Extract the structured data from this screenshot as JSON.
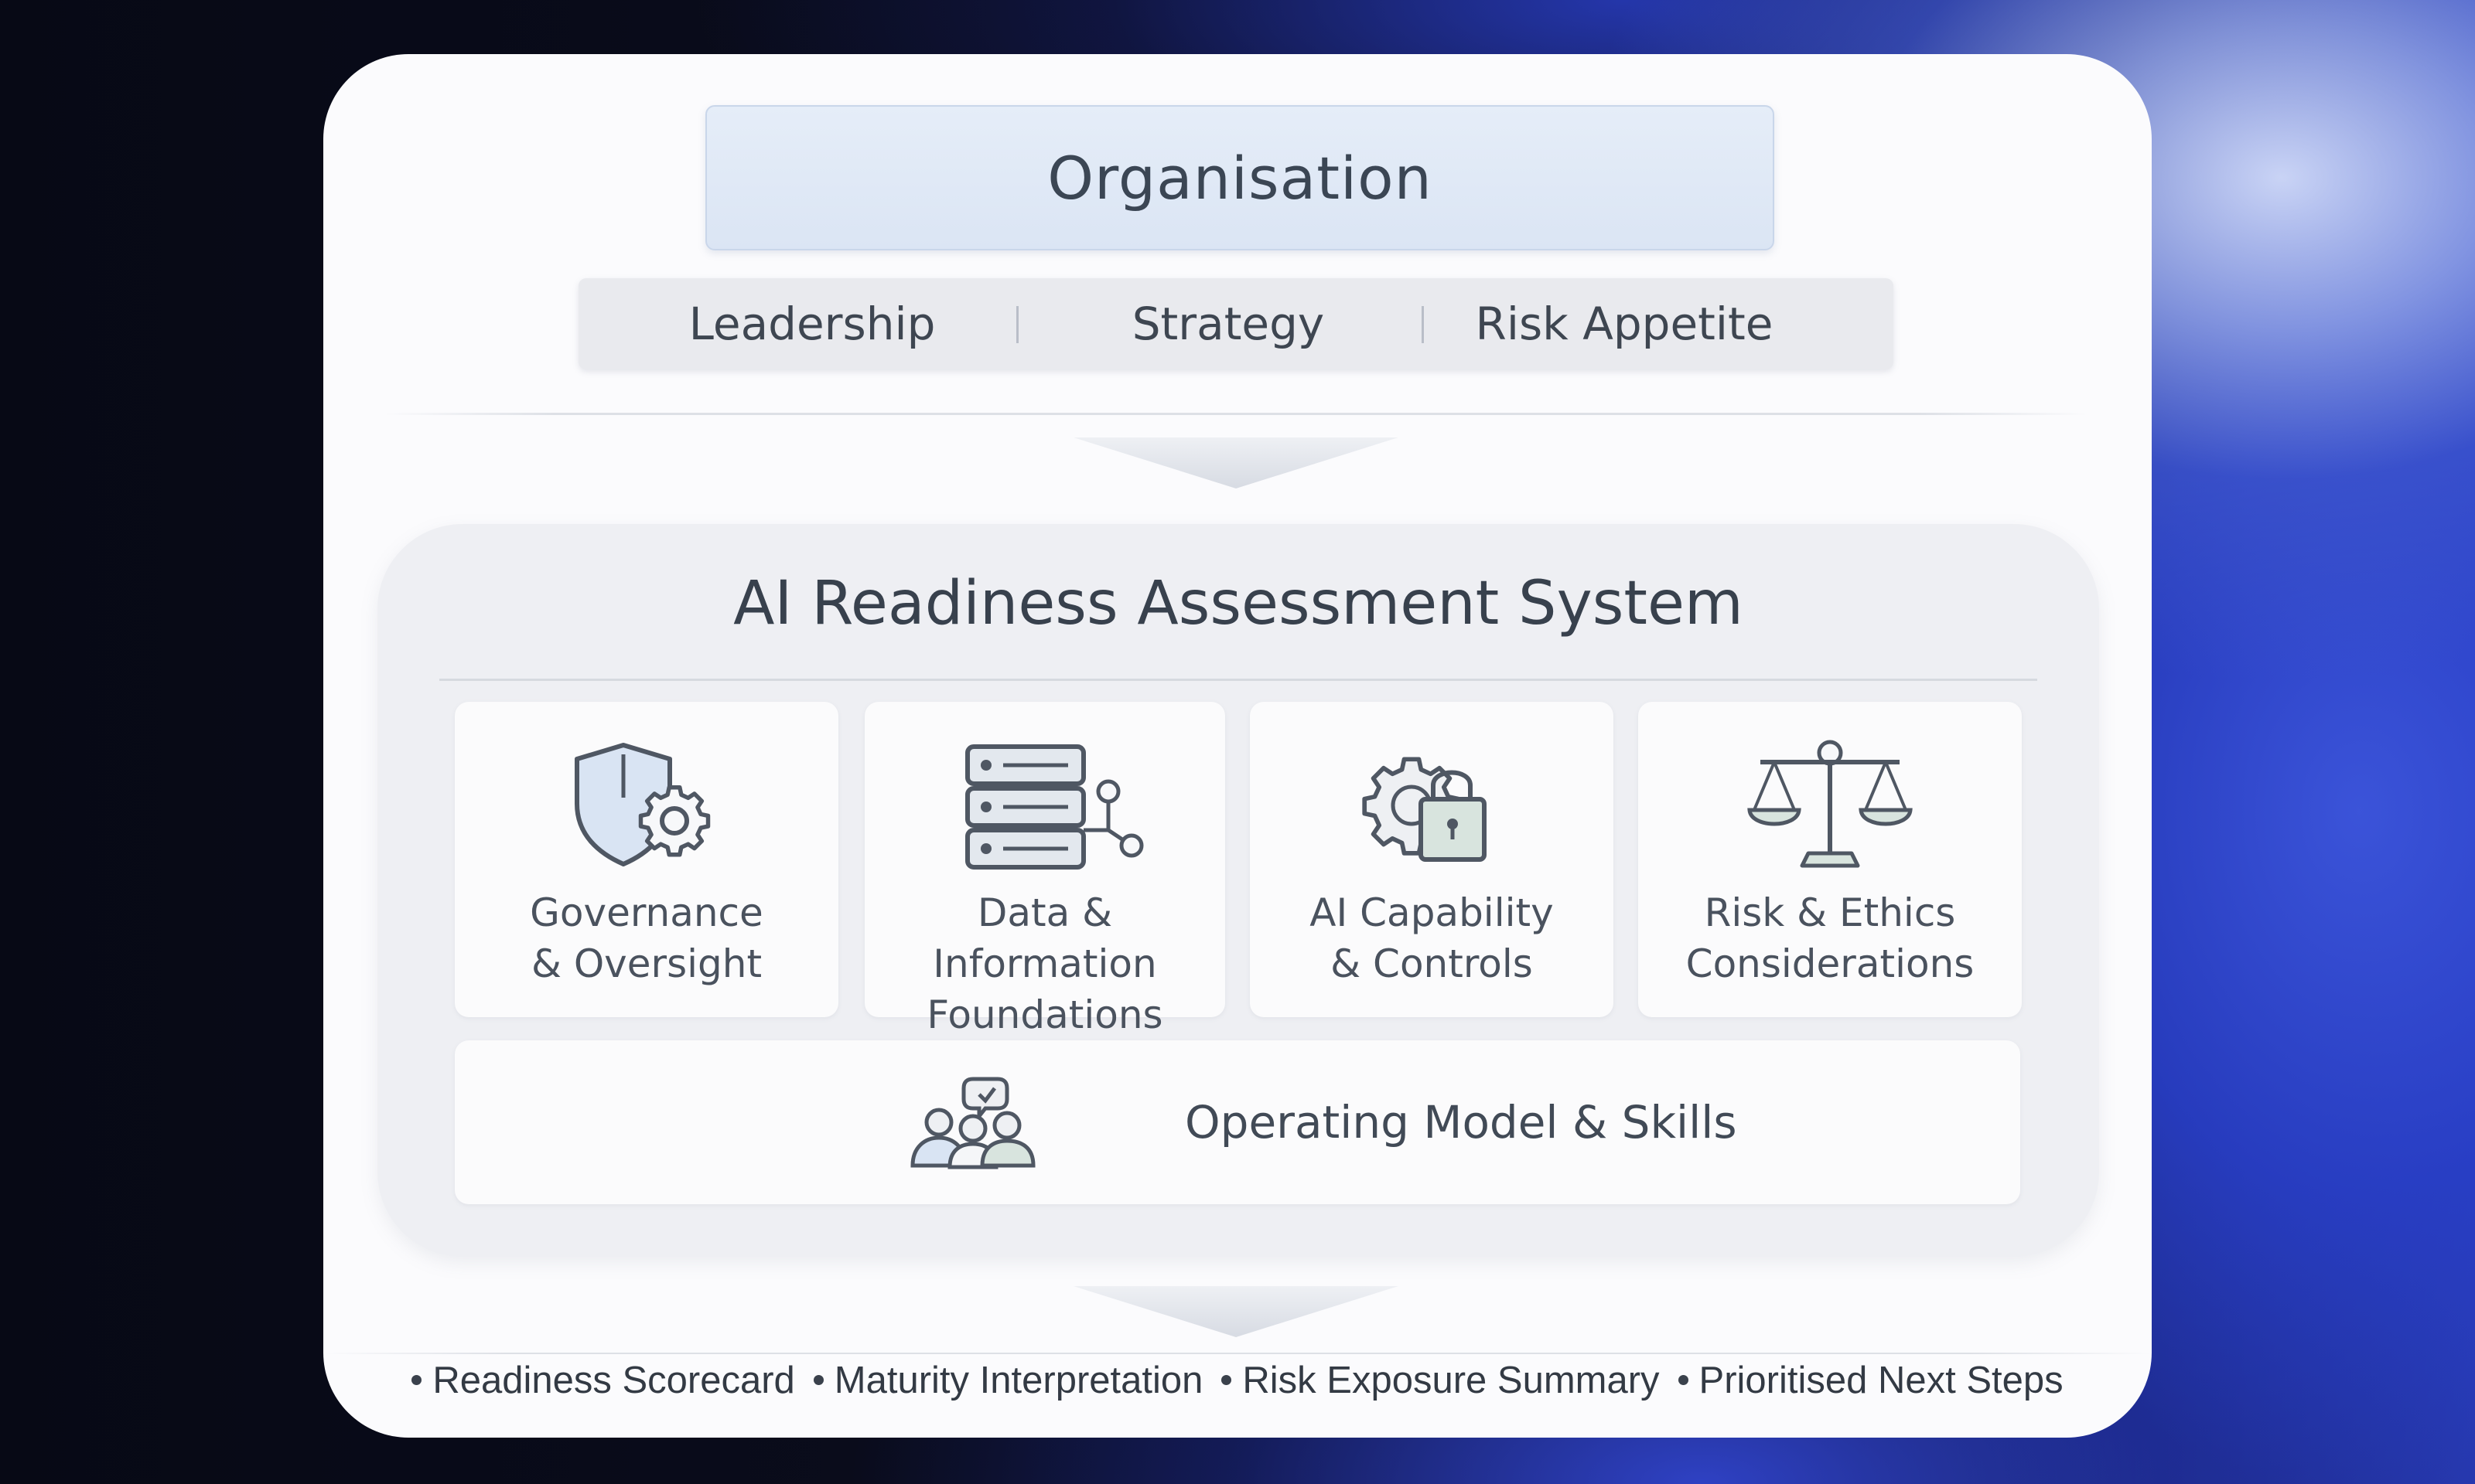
{
  "organisation": {
    "title": "Organisation"
  },
  "pillars": [
    {
      "label": "Leadership"
    },
    {
      "label": "Strategy"
    },
    {
      "label": "Risk Appetite"
    }
  ],
  "system": {
    "title": "AI Readiness Assessment System",
    "components": [
      {
        "label": "Governance\n& Oversight",
        "icon": "shield-gear-icon"
      },
      {
        "label": "Data & Information\nFoundations",
        "icon": "database-network-icon"
      },
      {
        "label": "AI Capability\n& Controls",
        "icon": "gear-lock-icon"
      },
      {
        "label": "Risk & Ethics\nConsiderations",
        "icon": "balance-scale-icon"
      }
    ],
    "operating_model": {
      "label": "Operating Model & Skills",
      "icon": "people-group-icon"
    }
  },
  "outputs": [
    {
      "label": "Readiness Scorecard"
    },
    {
      "label": "Maturity Interpretation"
    },
    {
      "label": "Risk Exposure Summary"
    },
    {
      "label": "Prioritised Next Steps"
    }
  ],
  "colors": {
    "card_bg": "#fbfbfd",
    "org_box": "#dfe8f6",
    "pillar_bar": "#e9eaee",
    "system_panel": "#eeeff3",
    "icon_stroke": "#4f5763",
    "icon_fill_blue": "#d9e4f3",
    "icon_fill_green": "#d8e4de"
  }
}
